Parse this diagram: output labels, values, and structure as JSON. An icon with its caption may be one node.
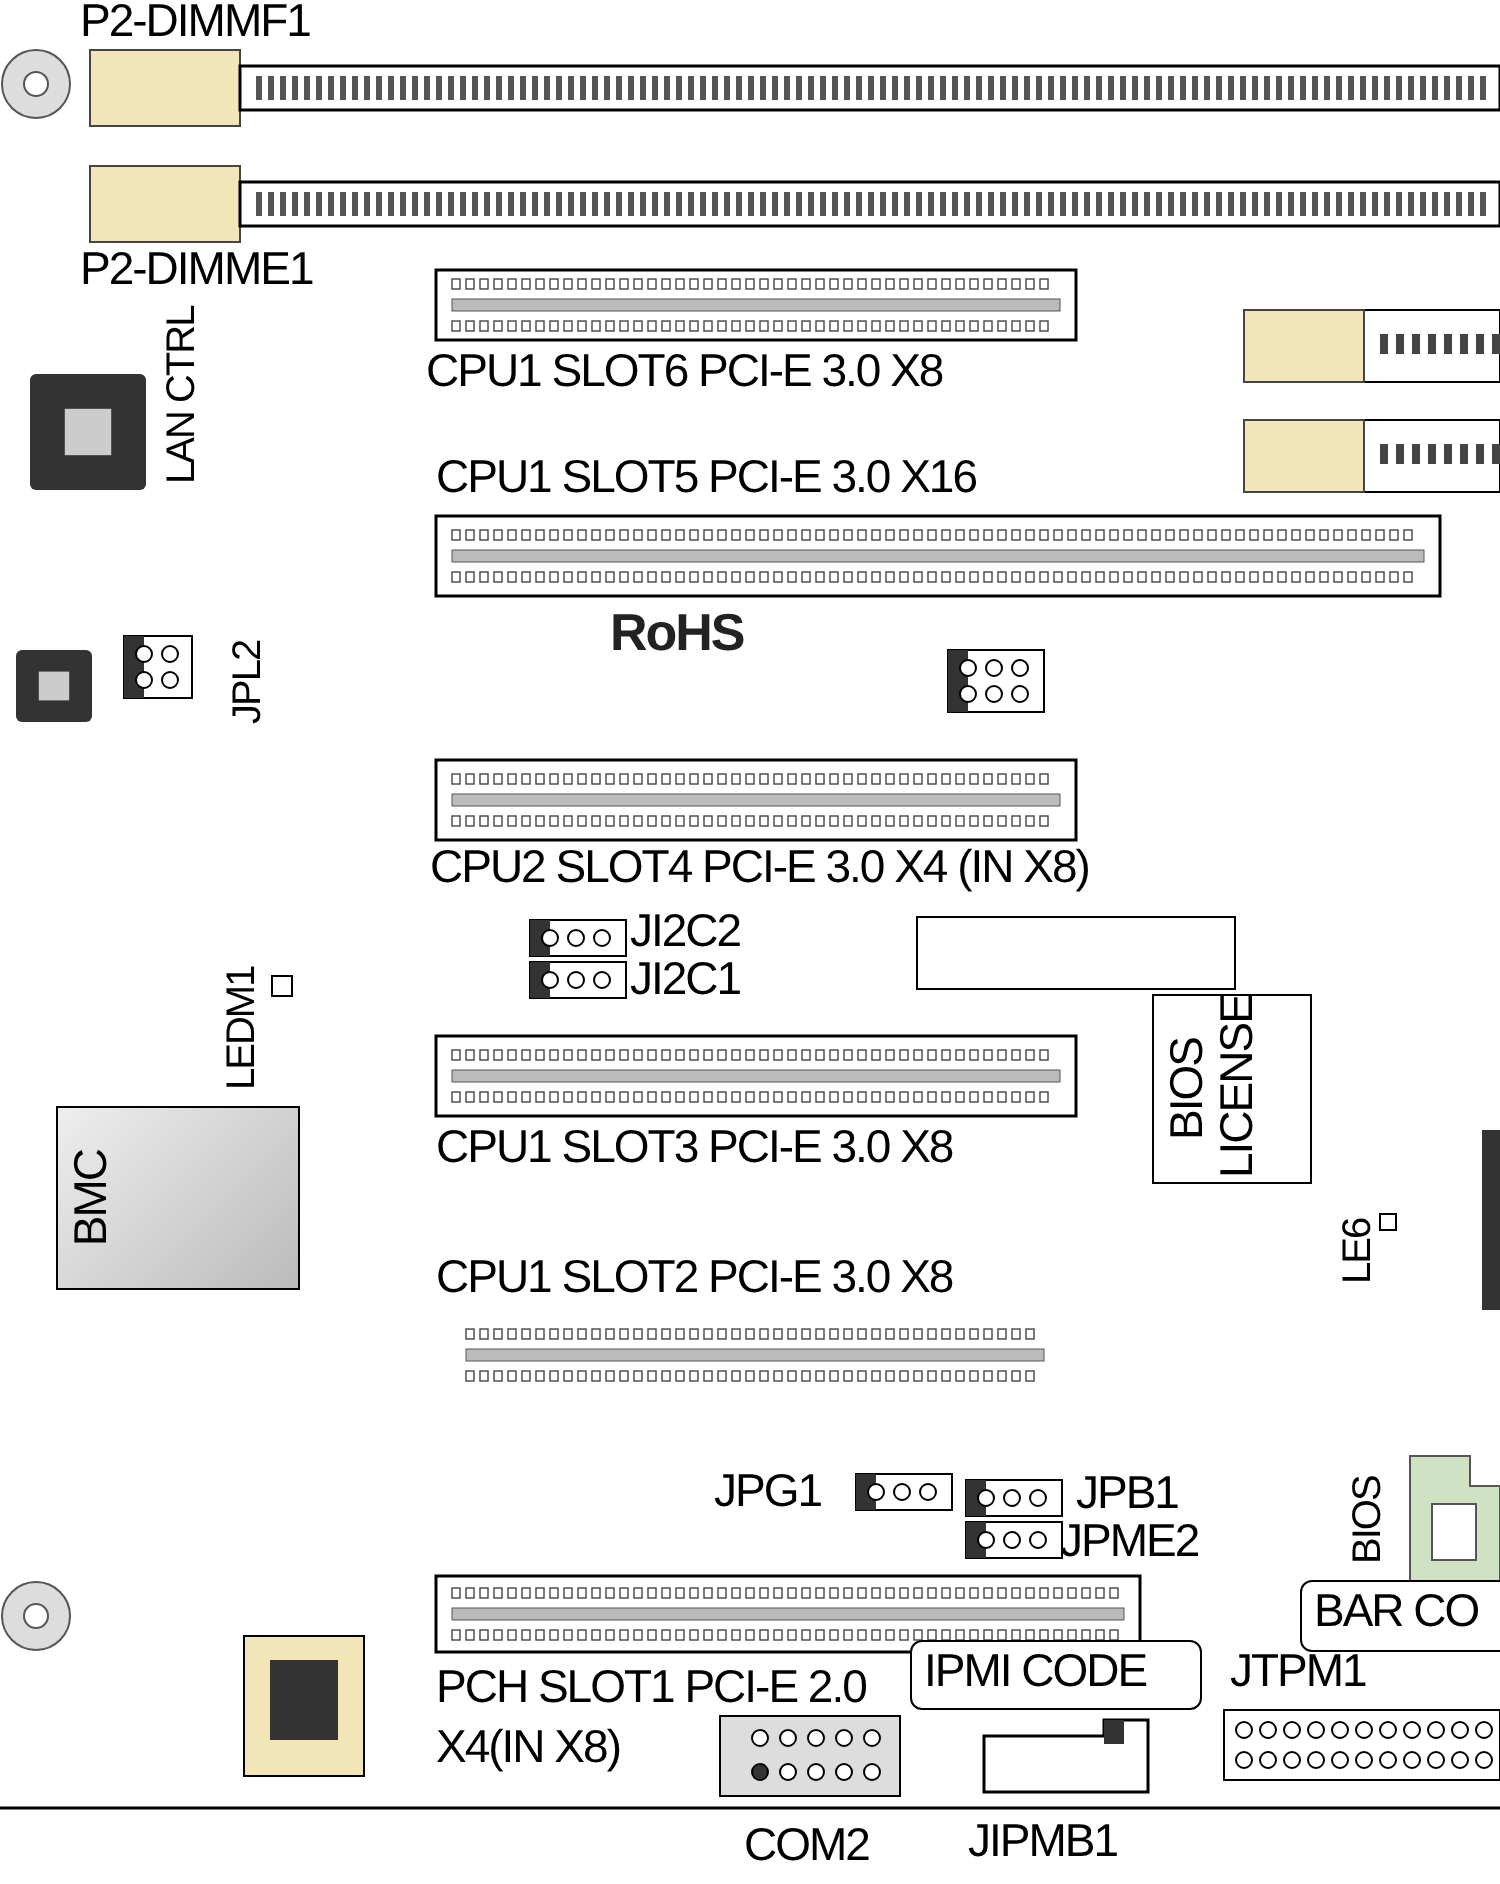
{
  "diagram": {
    "nodes": [
      {
        "text": [],
        "shape": "box"
      },
      {
        "text": [
          "BIOS LICENSE"
        ]
      },
      {
        "text": [
          "BMC"
        ]
      },
      {
        "text": [
          "BAR CO"
        ]
      },
      {
        "text": [
          "IPMI CODE"
        ]
      }
    ],
    "labels": [
      "P2-DIMMF1",
      "P2-DIMME1",
      "CPU1 SLOT6 PCI-E 3.0 X8",
      "LAN CTRL",
      "CPU1 SLOT5 PCI-E 3.0 X16",
      "RoHS",
      "JPL2",
      "CPU2 SLOT4 PCI-E 3.0 X4 (IN X8)",
      "JI2C2",
      "JI2C1",
      "LEDM1",
      "CPU1 SLOT3 PCI-E 3.0 X8",
      "LE6",
      "CPU1 SLOT2 PCI-E 3.0 X8",
      "JPG1",
      "JPB1",
      "JPME2",
      "BIOS",
      "PCH SLOT1 PCI-E 2.0 X4(IN X8)",
      "JTPM1",
      "COM2",
      "JIPMB1"
    ]
  }
}
